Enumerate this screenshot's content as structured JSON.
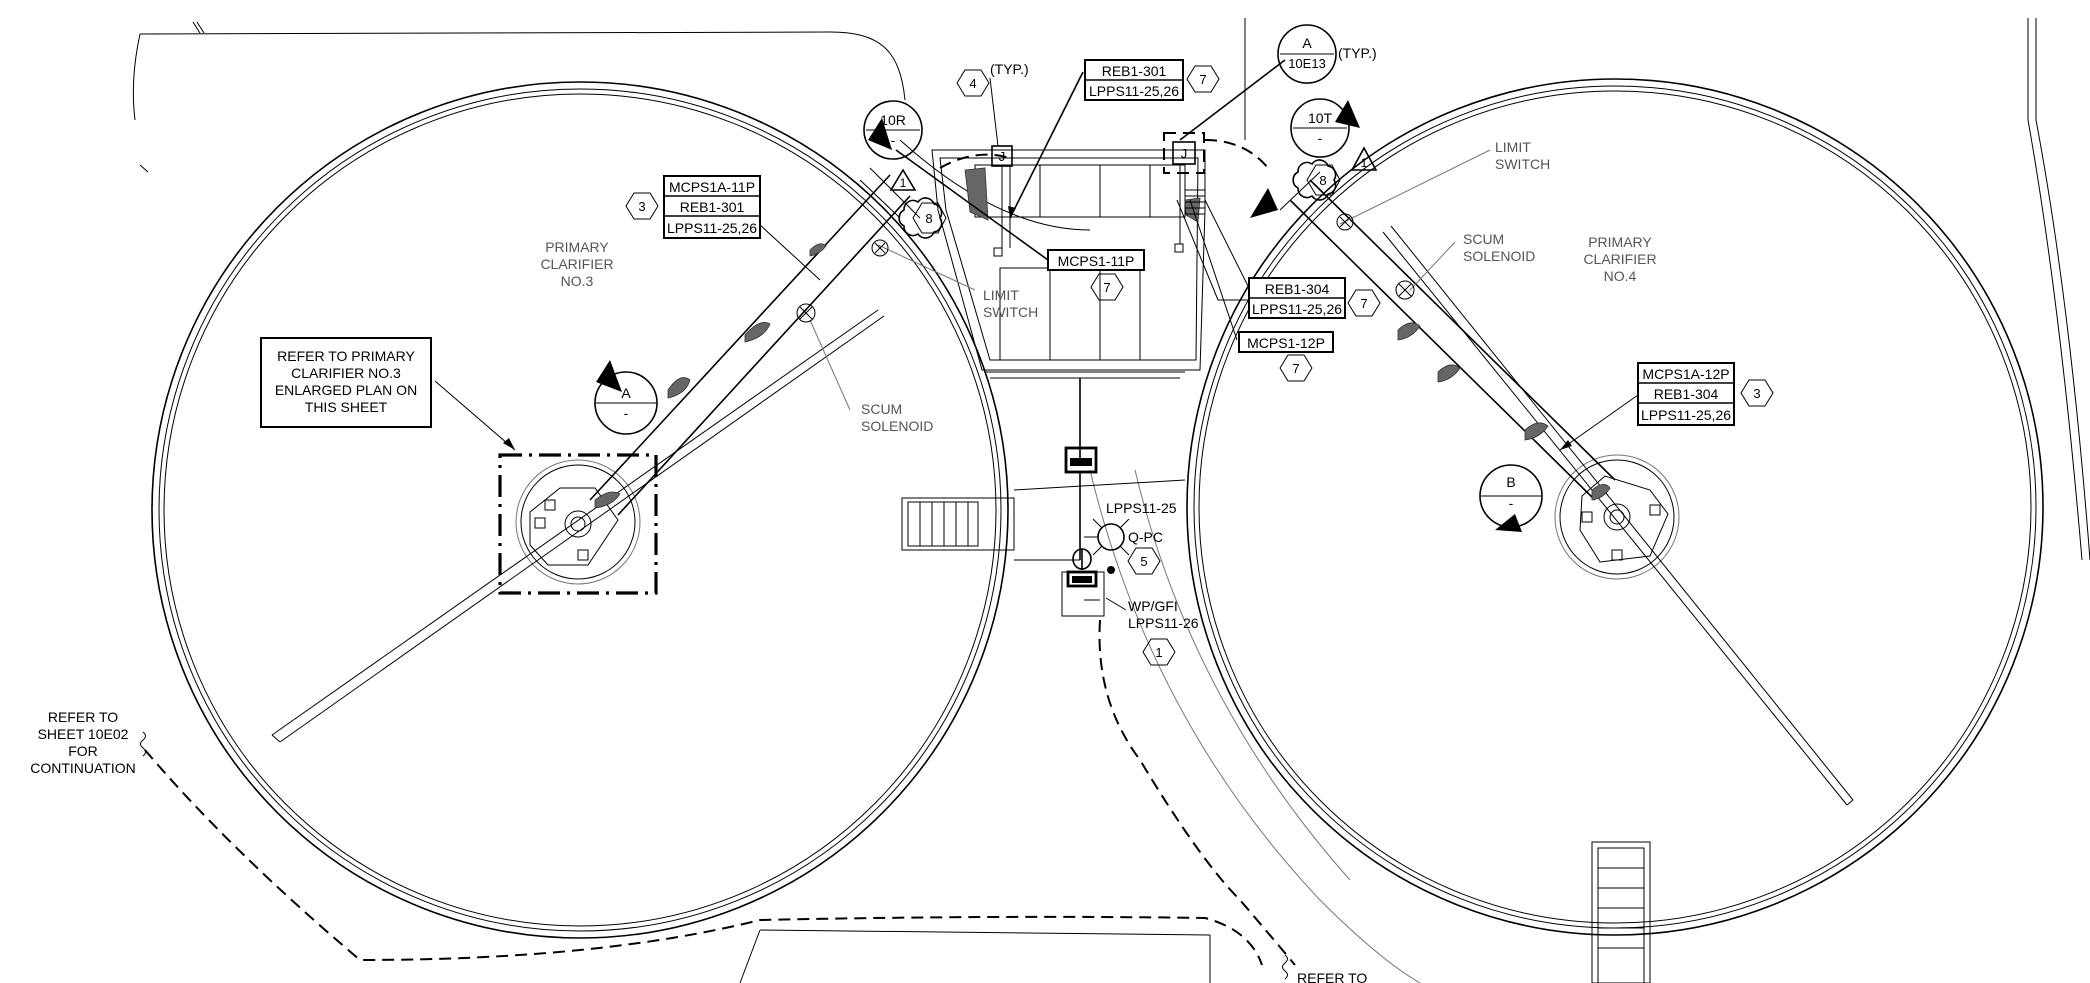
{
  "clarifiers": {
    "no3": [
      "PRIMARY",
      "CLARIFIER",
      "NO.3"
    ],
    "no4": [
      "PRIMARY",
      "CLARIFIER",
      "NO.4"
    ]
  },
  "notes": {
    "enlarged_plan": [
      "REFER TO PRIMARY",
      "CLARIFIER NO.3",
      "ENLARGED PLAN ON",
      "THIS SHEET"
    ],
    "continuation_left": [
      "REFER TO",
      "SHEET 10E02",
      "FOR",
      "CONTINUATION"
    ],
    "continuation_bottom": "REFER TO"
  },
  "labels": {
    "limit_switch_left": [
      "LIMIT",
      "SWITCH"
    ],
    "limit_switch_right": [
      "LIMIT",
      "SWITCH"
    ],
    "scum_left": [
      "SCUM",
      "SOLENOID"
    ],
    "scum_right": [
      "SCUM",
      "SOLENOID"
    ],
    "typ_left": "(TYP.)",
    "typ_right": "(TYP.)",
    "lpps_25": "LPPS11-25",
    "qpc": "Q-PC",
    "wpgfi": "WP/GFI",
    "lpps_26": "LPPS11-26",
    "junction": "J"
  },
  "circuit_boxes": {
    "left_stack": [
      "MCPS1A-11P",
      "REB1-301",
      "LPPS11-25,26"
    ],
    "top_center": [
      "REB1-301",
      "LPPS11-25,26"
    ],
    "mcps1_11p": "MCPS1-11P",
    "right_mid": [
      "REB1-304",
      "LPPS11-25,26"
    ],
    "mcps1_12p": "MCPS1-12P",
    "right_stack": [
      "MCPS1A-12P",
      "REB1-304",
      "LPPS11-25,26"
    ]
  },
  "section_markers": {
    "s10r": {
      "top": "10R",
      "bottom": "-"
    },
    "s10t": {
      "top": "10T",
      "bottom": "-"
    },
    "a_top": {
      "top": "A",
      "bottom": "10E13"
    },
    "a_left": {
      "top": "A",
      "bottom": "-"
    },
    "b_right": {
      "top": "B",
      "bottom": "-"
    }
  },
  "keynotes": {
    "k3_left": "3",
    "k4": "4",
    "k7_top": "7",
    "k7_mid": "7",
    "k7_right": "7",
    "k7_low": "7",
    "k3_right": "3",
    "k5": "5",
    "k1": "1",
    "k8_left": "8",
    "k8_right": "8",
    "d1_left": "1",
    "d1_right": "1"
  }
}
